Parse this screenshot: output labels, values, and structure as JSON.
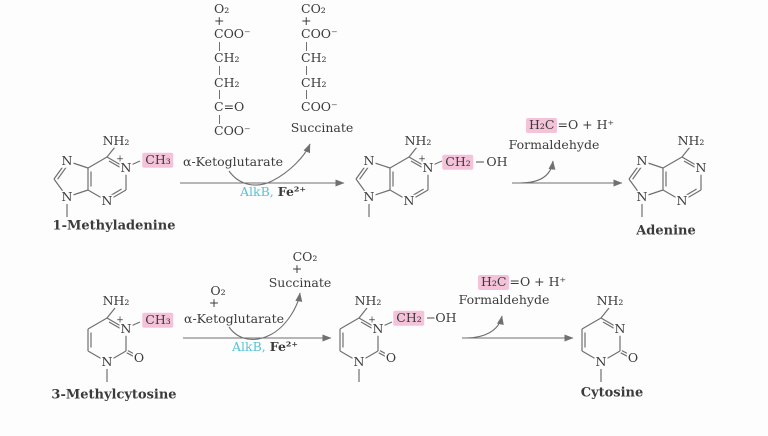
{
  "colors": {
    "background": "#fdfdfd",
    "diagram_text": "#3b3b3b",
    "bond_gray": "#707070",
    "highlight_pink": "#f5c3d9",
    "enzyme_cyan": "#55c3d6"
  },
  "atoms": {
    "n": "N",
    "plus_charge": "+",
    "nh2": "NH₂",
    "o": "O",
    "oh": "OH",
    "ch3": "CH₃",
    "ch2": "CH₂"
  },
  "top_reaction": {
    "substrate_label": "1-Methyladenine",
    "product_label": "Adenine",
    "alpha_ketoglutarate": {
      "o2": "O₂",
      "plus": "+",
      "coo_top": "COO⁻",
      "ch2_a": "CH₂",
      "ch2_b": "CH₂",
      "keto": "C=O",
      "coo_bottom": "COO⁻",
      "label": "α-Ketoglutarate"
    },
    "succinate": {
      "co2": "CO₂",
      "plus": "+",
      "coo_top": "COO⁻",
      "ch2_a": "CH₂",
      "ch2_b": "CH₂",
      "coo_bottom": "COO⁻",
      "label": "Succinate"
    },
    "catalyst": {
      "enzyme": "AlkB,",
      "metal": "Fe²⁺"
    },
    "formaldehyde": {
      "h2c": "H₂C",
      "rest": "=O + H⁺",
      "label": "Formaldehyde"
    }
  },
  "bottom_reaction": {
    "substrate_label": "3-Methylcytosine",
    "product_label": "Cytosine",
    "cosubstrates": {
      "o2": "O₂",
      "plus": "+",
      "label": "α-Ketoglutarate"
    },
    "coproducts": {
      "co2": "CO₂",
      "plus": "+",
      "label": "Succinate"
    },
    "catalyst": {
      "enzyme": "AlkB,",
      "metal": "Fe²⁺"
    },
    "formaldehyde": {
      "h2c": "H₂C",
      "rest": "=O + H⁺",
      "label": "Formaldehyde"
    }
  }
}
